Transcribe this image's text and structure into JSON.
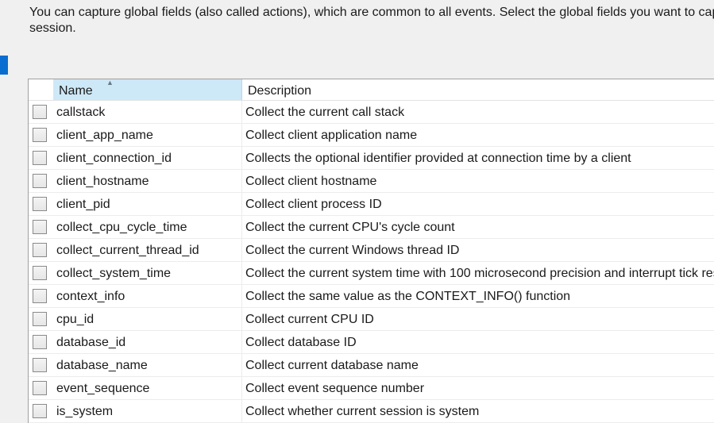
{
  "intro": {
    "line1": "You can capture global fields (also called actions), which are common to all events. Select the global fields you want to capt",
    "line2": "session."
  },
  "grid": {
    "columns": {
      "name": "Name",
      "description": "Description"
    },
    "rows": [
      {
        "name": "callstack",
        "description": "Collect the current call stack",
        "checked": false
      },
      {
        "name": "client_app_name",
        "description": "Collect client application name",
        "checked": false
      },
      {
        "name": "client_connection_id",
        "description": "Collects the optional identifier provided at connection time by a client",
        "checked": false
      },
      {
        "name": "client_hostname",
        "description": "Collect client hostname",
        "checked": false
      },
      {
        "name": "client_pid",
        "description": "Collect client process ID",
        "checked": false
      },
      {
        "name": "collect_cpu_cycle_time",
        "description": "Collect the current CPU's cycle count",
        "checked": false
      },
      {
        "name": "collect_current_thread_id",
        "description": "Collect the current Windows thread ID",
        "checked": false
      },
      {
        "name": "collect_system_time",
        "description": "Collect the current system time with 100 microsecond precision and interrupt tick res",
        "checked": false
      },
      {
        "name": "context_info",
        "description": "Collect the same value as the CONTEXT_INFO() function",
        "checked": false
      },
      {
        "name": "cpu_id",
        "description": "Collect current CPU ID",
        "checked": false
      },
      {
        "name": "database_id",
        "description": "Collect database ID",
        "checked": false
      },
      {
        "name": "database_name",
        "description": "Collect current database name",
        "checked": false
      },
      {
        "name": "event_sequence",
        "description": "Collect event sequence number",
        "checked": false
      },
      {
        "name": "is_system",
        "description": "Collect whether current session is system",
        "checked": false
      }
    ]
  },
  "colors": {
    "accent": "#0a6ed1",
    "header_selected": "#cde8f7"
  }
}
